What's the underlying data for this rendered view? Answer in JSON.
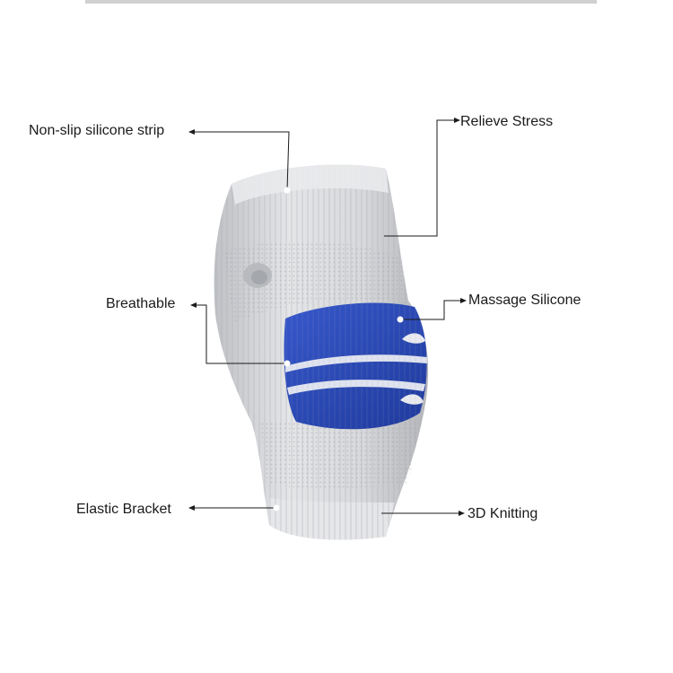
{
  "product": "knee sleeve",
  "colors": {
    "sleeve": "#d9dadc",
    "sleeve_shadow": "#b9bbbf",
    "pad": "#2e4fc2",
    "pad_dark": "#1f3a9c",
    "line": "#1a1a1a"
  },
  "labels": {
    "non_slip": "Non-slip silicone strip",
    "relieve": "Relieve Stress",
    "breathable": "Breathable",
    "massage": "Massage Silicone",
    "elastic": "Elastic Bracket",
    "knitting": "3D Knitting"
  }
}
